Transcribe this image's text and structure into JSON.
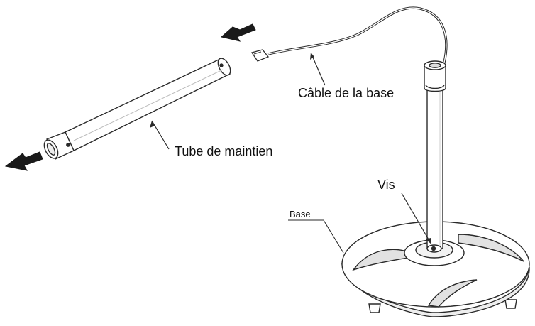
{
  "diagram": {
    "labels": {
      "tube": "Tube de maintien",
      "cable": "Câble de la base",
      "screw": "Vis",
      "base": "Base"
    },
    "arrows": {
      "direction_left": "arrow-left-icon"
    },
    "colors": {
      "stroke": "#2a2a2a",
      "fill": "#ffffff",
      "shade": "#d9d9d9",
      "arrow": "#1a1a1a"
    }
  }
}
